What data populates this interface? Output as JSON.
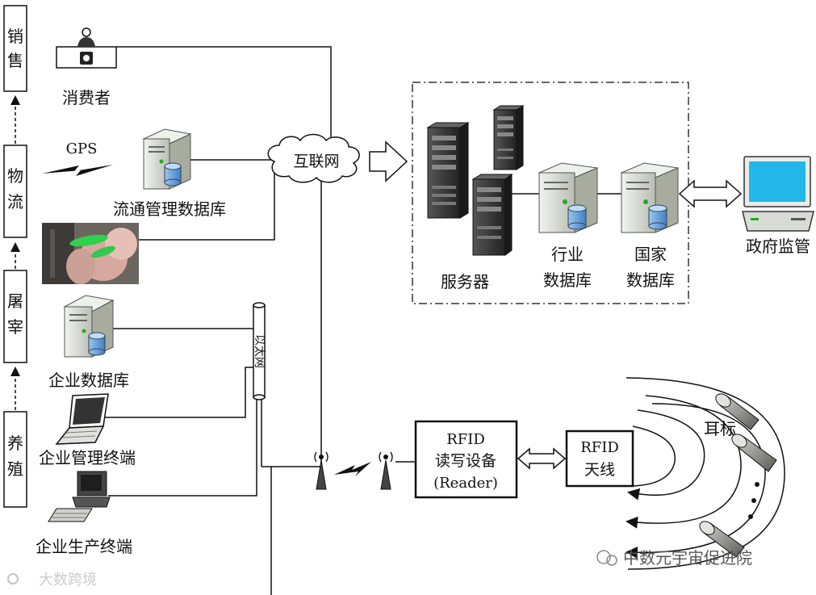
{
  "stages": {
    "sales": [
      "销",
      "售"
    ],
    "logistics": [
      "物",
      "流"
    ],
    "slaughter": [
      "屠",
      "宰"
    ],
    "breeding": [
      "养",
      "殖"
    ]
  },
  "labels": {
    "consumer": "消费者",
    "gps": "GPS",
    "circulation_db": "流通管理数据库",
    "internet": "互联网",
    "server": "服务器",
    "industry_db_line1": "行业",
    "industry_db_line2": "数据库",
    "national_db_line1": "国家",
    "national_db_line2": "数据库",
    "government": "政府监管",
    "enterprise_db": "企业数据库",
    "enterprise_mgmt": "企业管理终端",
    "enterprise_prod": "企业生产终端",
    "lan": "以太网",
    "reader_line1": "RFID",
    "reader_line2": "读写设备",
    "reader_line3": "(Reader)",
    "antenna_line1": "RFID",
    "antenna_line2": "天线",
    "ear_tag": "耳标"
  },
  "watermarks": {
    "bottom_left": "大数跨境",
    "bottom_right": "中数元宇宙促进院"
  },
  "colors": {
    "line": "#111111",
    "server_body": "#d9dcd6",
    "server_dark": "#3a3a3a",
    "db_cylinder": "#6fa3d9",
    "monitor_screen": "#22b7e8",
    "dashed_box": "#333333"
  }
}
